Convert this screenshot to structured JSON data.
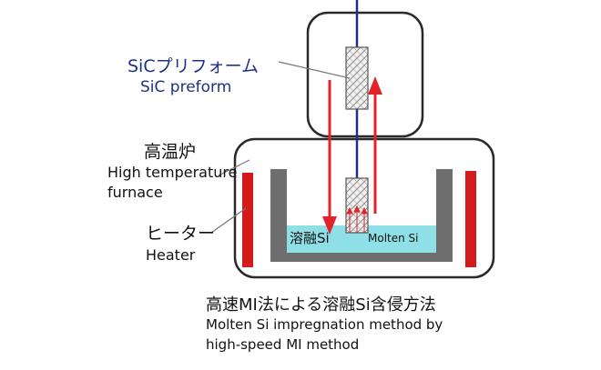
{
  "colors": {
    "outline": "#2a2a2a",
    "heater_red": "#d41a1a",
    "arrow_red": "#e0242a",
    "wire_blue": "#1f2f8a",
    "crucible_gray": "#6e6e6e",
    "molten_si_cyan": "#8fe0e6",
    "text_blue": "#1f2f8a"
  },
  "labels": {
    "preform_jp": "SiCプリフォーム",
    "preform_en": "SiC preform",
    "furnace_jp": "高温炉",
    "furnace_en_line1": "High temperature",
    "furnace_en_line2": "furnace",
    "heater_jp": "ヒーター",
    "heater_en": "Heater",
    "molten_si_jp": "溶融Si",
    "molten_si_en": "Molten Si"
  },
  "caption": {
    "jp": "高速MI法による溶融Si含侵方法",
    "en_line1": "Molten Si impregnation method by",
    "en_line2": "high-speed MI method"
  }
}
